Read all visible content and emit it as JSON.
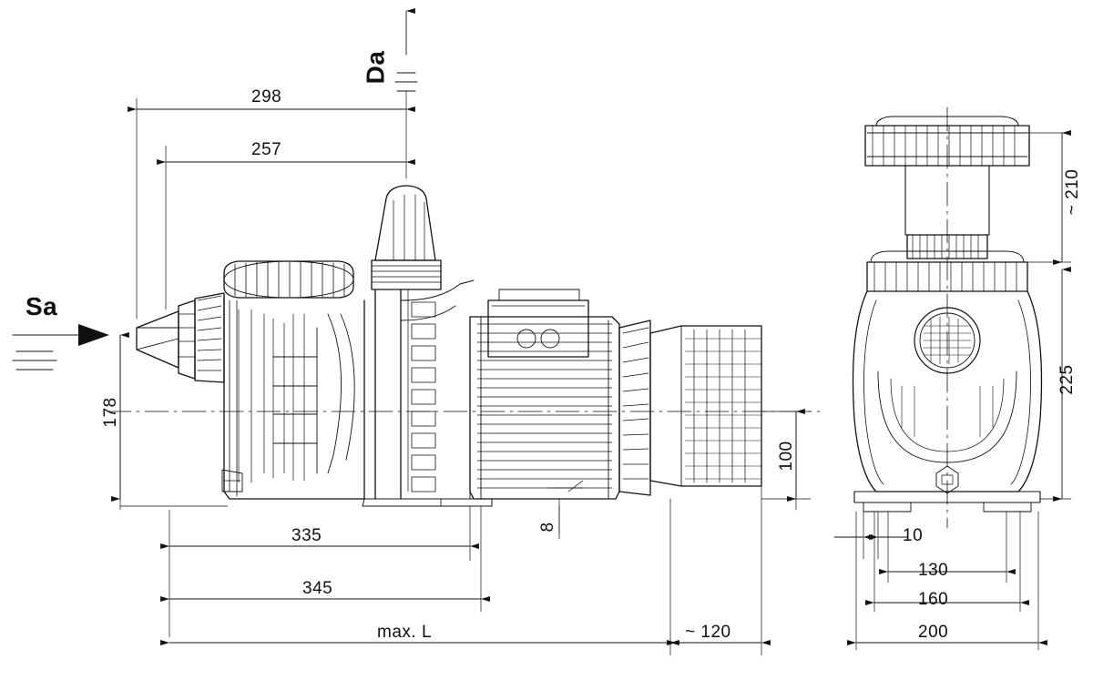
{
  "drawing": {
    "title": "Pool pump dimensional drawing",
    "views": [
      "side view",
      "front view"
    ],
    "units": "mm",
    "line_color": "#111111",
    "background_color": "#ffffff"
  },
  "ports": [
    {
      "id": "suction",
      "label": "Sa",
      "orientation": "horizontal",
      "position": "left"
    },
    {
      "id": "discharge",
      "label": "Da",
      "orientation": "vertical",
      "position": "top"
    }
  ],
  "dimensions": {
    "side_view": [
      {
        "id": "d-298",
        "label": "298",
        "orientation": "horizontal"
      },
      {
        "id": "d-257",
        "label": "257",
        "orientation": "horizontal"
      },
      {
        "id": "d-178",
        "label": "178",
        "orientation": "vertical"
      },
      {
        "id": "d-100",
        "label": "100",
        "orientation": "vertical"
      },
      {
        "id": "d-8",
        "label": "8",
        "orientation": "vertical"
      },
      {
        "id": "d-335",
        "label": "335",
        "orientation": "horizontal"
      },
      {
        "id": "d-345",
        "label": "345",
        "orientation": "horizontal"
      },
      {
        "id": "d-maxL",
        "label": "max. L",
        "orientation": "horizontal"
      },
      {
        "id": "d-120",
        "label": "~ 120",
        "orientation": "horizontal"
      }
    ],
    "front_view": [
      {
        "id": "d-210",
        "label": "~ 210",
        "orientation": "vertical"
      },
      {
        "id": "d-225",
        "label": "225",
        "orientation": "vertical"
      },
      {
        "id": "d-10",
        "label": "10",
        "orientation": "horizontal"
      },
      {
        "id": "d-130",
        "label": "130",
        "orientation": "horizontal"
      },
      {
        "id": "d-160",
        "label": "160",
        "orientation": "horizontal"
      },
      {
        "id": "d-200",
        "label": "200",
        "orientation": "horizontal"
      }
    ]
  }
}
